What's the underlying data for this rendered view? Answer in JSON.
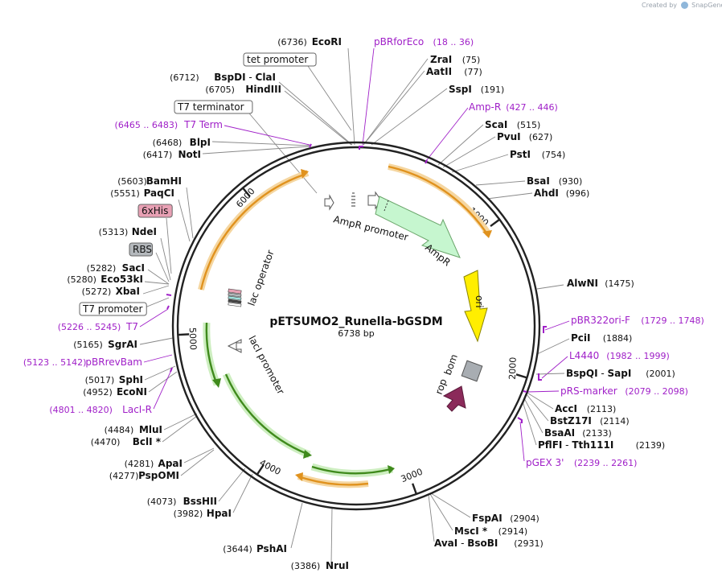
{
  "credit": {
    "created_by": "Created by",
    "product": "SnapGene"
  },
  "plasmid": {
    "name": "pETSUMO2_Runella-bGSDM",
    "size": "6738 bp"
  },
  "ticks": [
    {
      "bp": 1000,
      "label": "1000"
    },
    {
      "bp": 2000,
      "label": "2000"
    },
    {
      "bp": 3000,
      "label": "3000"
    },
    {
      "bp": 4000,
      "label": "4000"
    },
    {
      "bp": 5000,
      "label": "5000"
    },
    {
      "bp": 6000,
      "label": "6000"
    }
  ],
  "colors": {
    "backbone": "#222222",
    "site_text": "#111111",
    "primer": "#a020c8",
    "feature_orange": "#f0a030",
    "feature_green": "#5aa02c",
    "feature_mint": "#c8f5c8",
    "ori_yellow": "#ffee00",
    "rop_maroon": "#8b2a5a",
    "his_pink": "#e8a0b4",
    "rbs_gray": "#b4b8bc"
  },
  "labels": [
    {
      "id": "ecori",
      "kind": "site",
      "name": "EcoRI",
      "pos": "(6736)"
    },
    {
      "id": "pbrforeco",
      "kind": "primer",
      "name": "pBRforEco",
      "range": "(18 .. 36)"
    },
    {
      "id": "tetpromoter",
      "kind": "boxed",
      "name": "tet promoter"
    },
    {
      "id": "zrai",
      "kind": "site",
      "name": "ZraI",
      "pos": "(75)"
    },
    {
      "id": "bspdi",
      "kind": "site",
      "name": "BspDI",
      "sep": " - ",
      "name2": "ClaI",
      "pos": "(6712)"
    },
    {
      "id": "aatii",
      "kind": "site",
      "name": "AatII",
      "pos": "(77)"
    },
    {
      "id": "hindiii",
      "kind": "site",
      "name": "HindIII",
      "pos": "(6705)"
    },
    {
      "id": "sspi",
      "kind": "site",
      "name": "SspI",
      "pos": "(191)"
    },
    {
      "id": "t7term_box",
      "kind": "boxed",
      "name": "T7 terminator"
    },
    {
      "id": "ampr_primer",
      "kind": "primer",
      "name": "Amp-R",
      "range": "(427 .. 446)"
    },
    {
      "id": "t7term_primer",
      "kind": "primer",
      "name": "T7 Term",
      "range": "(6465 .. 6483)"
    },
    {
      "id": "scai",
      "kind": "site",
      "name": "ScaI",
      "pos": "(515)"
    },
    {
      "id": "pvui",
      "kind": "site",
      "name": "PvuI",
      "pos": "(627)"
    },
    {
      "id": "blpi",
      "kind": "site",
      "name": "BlpI",
      "pos": "(6468)"
    },
    {
      "id": "psti",
      "kind": "site",
      "name": "PstI",
      "pos": "(754)"
    },
    {
      "id": "noti",
      "kind": "site",
      "name": "NotI",
      "pos": "(6417)"
    },
    {
      "id": "bsai",
      "kind": "site",
      "name": "BsaI",
      "pos": "(930)"
    },
    {
      "id": "bamhi",
      "kind": "site",
      "name": "BamHI",
      "pos": "(5603)"
    },
    {
      "id": "ahdi",
      "kind": "site",
      "name": "AhdI",
      "pos": "(996)"
    },
    {
      "id": "paqci",
      "kind": "site",
      "name": "PaqCI",
      "pos": "(5551)"
    },
    {
      "id": "sixhis",
      "kind": "feature_box",
      "name": "6xHis"
    },
    {
      "id": "ndei",
      "kind": "site",
      "name": "NdeI",
      "pos": "(5313)"
    },
    {
      "id": "rbs",
      "kind": "feature_box",
      "name": "RBS"
    },
    {
      "id": "saci",
      "kind": "site",
      "name": "SacI",
      "pos": "(5282)"
    },
    {
      "id": "eco53ki",
      "kind": "site",
      "name": "Eco53kI",
      "pos": "(5280)"
    },
    {
      "id": "alwni",
      "kind": "site",
      "name": "AlwNI",
      "pos": "(1475)"
    },
    {
      "id": "xbai",
      "kind": "site",
      "name": "XbaI",
      "pos": "(5272)"
    },
    {
      "id": "t7prom_box",
      "kind": "boxed",
      "name": "T7 promoter"
    },
    {
      "id": "pbr322ori",
      "kind": "primer",
      "name": "pBR322ori-F",
      "range": "(1729 .. 1748)"
    },
    {
      "id": "t7_primer",
      "kind": "primer",
      "name": "T7",
      "range": "(5226 .. 5245)"
    },
    {
      "id": "pcii",
      "kind": "site",
      "name": "PciI",
      "pos": "(1884)"
    },
    {
      "id": "sgrai",
      "kind": "site",
      "name": "SgrAI",
      "pos": "(5165)"
    },
    {
      "id": "l4440",
      "kind": "primer",
      "name": "L4440",
      "range": "(1982 .. 1999)"
    },
    {
      "id": "pbrrevbam",
      "kind": "primer",
      "name": "pBRrevBam",
      "range": "(5123 .. 5142)"
    },
    {
      "id": "bspqi",
      "kind": "site",
      "name": "BspQI",
      "sep": " - ",
      "name2": "SapI",
      "pos": "(2001)"
    },
    {
      "id": "sphi",
      "kind": "site",
      "name": "SphI",
      "pos": "(5017)"
    },
    {
      "id": "prsmarker",
      "kind": "primer",
      "name": "pRS-marker",
      "range": "(2079 .. 2098)"
    },
    {
      "id": "econi",
      "kind": "site",
      "name": "EcoNI",
      "pos": "(4952)"
    },
    {
      "id": "acci",
      "kind": "site",
      "name": "AccI",
      "pos": "(2113)"
    },
    {
      "id": "lacir",
      "kind": "primer",
      "name": "LacI-R",
      "range": "(4801 .. 4820)"
    },
    {
      "id": "bstz17i",
      "kind": "site",
      "name": "BstZ17I",
      "pos": "(2114)"
    },
    {
      "id": "bsaai",
      "kind": "site",
      "name": "BsaAI",
      "pos": "(2133)"
    },
    {
      "id": "pflfi",
      "kind": "site",
      "name": "PflFI",
      "sep": " - ",
      "name2": "Tth111I",
      "pos": "(2139)"
    },
    {
      "id": "mlui",
      "kind": "site",
      "name": "MluI",
      "pos": "(4484)"
    },
    {
      "id": "bcli",
      "kind": "site",
      "name": "BclI *",
      "pos": "(4470)"
    },
    {
      "id": "pgex3",
      "kind": "primer",
      "name": "pGEX 3'",
      "range": "(2239 .. 2261)"
    },
    {
      "id": "apai",
      "kind": "site",
      "name": "ApaI",
      "pos": "(4281)"
    },
    {
      "id": "pspomi",
      "kind": "site",
      "name": "PspOMI",
      "pos": "(4277)"
    },
    {
      "id": "bsshii",
      "kind": "site",
      "name": "BssHII",
      "pos": "(4073)"
    },
    {
      "id": "hpai",
      "kind": "site",
      "name": "HpaI",
      "pos": "(3982)"
    },
    {
      "id": "fspai",
      "kind": "site",
      "name": "FspAI",
      "pos": "(2904)"
    },
    {
      "id": "msci",
      "kind": "site",
      "name": "MscI *",
      "pos": "(2914)"
    },
    {
      "id": "avai",
      "kind": "site",
      "name": "AvaI",
      "sep": " - ",
      "name2": "BsoBI",
      "pos": "(2931)"
    },
    {
      "id": "pshai",
      "kind": "site",
      "name": "PshAI",
      "pos": "(3644)"
    },
    {
      "id": "nrui",
      "kind": "site",
      "name": "NruI",
      "pos": "(3386)"
    }
  ],
  "features": [
    {
      "id": "ampr_promoter",
      "name": "AmpR promoter"
    },
    {
      "id": "ampr",
      "name": "AmpR"
    },
    {
      "id": "ori",
      "name": "ori"
    },
    {
      "id": "bom",
      "name": "bom"
    },
    {
      "id": "rop",
      "name": "rop"
    },
    {
      "id": "lac_operator",
      "name": "lac operator"
    },
    {
      "id": "laci_promoter",
      "name": "lacI promoter"
    }
  ]
}
